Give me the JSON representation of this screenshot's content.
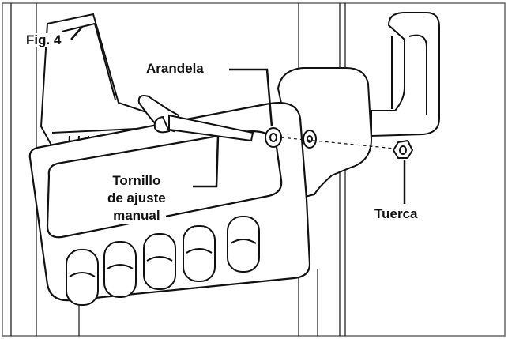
{
  "figure": {
    "label": "Fig. 4"
  },
  "callouts": {
    "arandela": "Arandela",
    "tornillo_line1": "Tornillo",
    "tornillo_line2": "de ajuste",
    "tornillo_line3": "manual",
    "tuerca": "Tuerca"
  },
  "colors": {
    "line": "#111111",
    "background": "#ffffff"
  }
}
